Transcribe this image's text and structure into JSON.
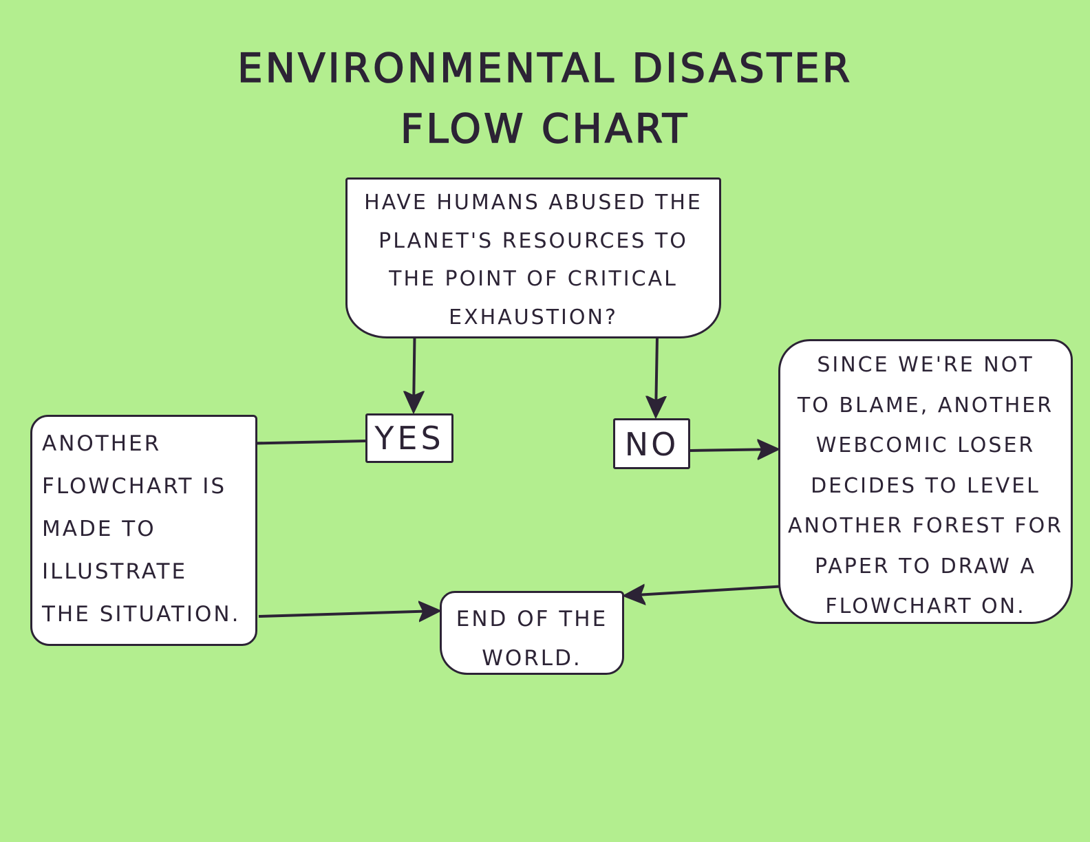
{
  "title": {
    "line1": "Environmental Disaster",
    "line2": "Flow Chart"
  },
  "nodes": {
    "question": "Have humans abused the\nplanet's resources to\nthe point of critical\nexhaustion?",
    "yes": "Yes",
    "no": "No",
    "another_flowchart": "Another\nFlowchart is\nmade to\nillustrate\nthe situation.",
    "not_to_blame": "Since we're not\nto blame, another\nwebcomic loser\ndecides to level\nanother forest for\npaper to draw a\nflowchart on.",
    "end": "End of the\nworld."
  },
  "edges": [
    {
      "from": "question",
      "to": "yes"
    },
    {
      "from": "question",
      "to": "no"
    },
    {
      "from": "yes",
      "to": "another_flowchart"
    },
    {
      "from": "no",
      "to": "not_to_blame"
    },
    {
      "from": "another_flowchart",
      "to": "end"
    },
    {
      "from": "not_to_blame",
      "to": "end"
    }
  ],
  "colors": {
    "background": "#b3ee8f",
    "ink": "#2c2335",
    "box_fill": "#ffffff"
  }
}
